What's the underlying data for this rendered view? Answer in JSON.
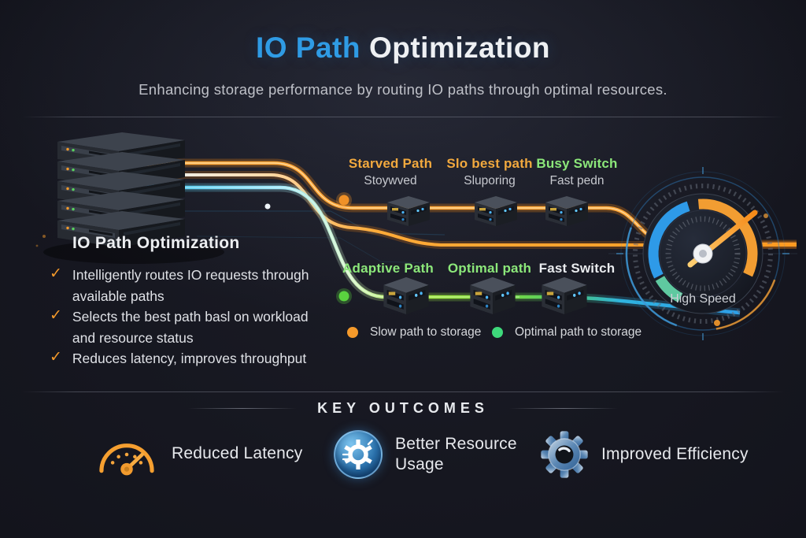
{
  "header": {
    "title_highlight": "IO Path",
    "title_rest": "Optimization",
    "subtitle": "Enhancing storage performance by routing IO paths through optimal resources."
  },
  "diagram": {
    "info_panel": {
      "heading": "IO Path Optimization",
      "check_glyph": "✓",
      "bullets": [
        {
          "text": "Intelligently routes IO requests through available paths"
        },
        {
          "text": "Selects the best path basl on workload and resource status"
        },
        {
          "text": "Reduces latency, improves throughput"
        }
      ]
    },
    "top_row": {
      "labels": [
        {
          "title": "Starved Path",
          "subtitle": "Stoywved",
          "color": "#f2a93e"
        },
        {
          "title": "Slo best path",
          "subtitle": "Sluporing",
          "color": "#f2a93e"
        },
        {
          "title": "Busy Switch",
          "subtitle": "Fast pedn",
          "color": "#8ce87a"
        }
      ]
    },
    "bottom_row": {
      "labels": [
        {
          "title": "Adaptive Path",
          "color": "#8ce87a"
        },
        {
          "title": "Optimal path",
          "color": "#8ce87a"
        },
        {
          "title": "Fast Switch",
          "color": "#e9ebee"
        }
      ]
    },
    "legend": [
      {
        "label": "Slow path to storage",
        "color": "#f59a2b"
      },
      {
        "label": "Optimal path to storage",
        "color": "#3ed97b"
      }
    ],
    "gauge": {
      "label": "High Speed"
    },
    "colors": {
      "accent_blue": "#2f9be4",
      "path_orange": "#ffa534",
      "path_cyan": "#3cc4ee",
      "path_green": "#8ae23c",
      "gauge_orange_arc": "#f29d32",
      "gauge_blue_arc": "#2e9ae8"
    }
  },
  "outcomes": {
    "heading": "KEY OUTCOMES",
    "items": [
      {
        "label": "Reduced Latency",
        "icon": "speedometer-icon"
      },
      {
        "label": "Better Resource Usage",
        "icon": "resource-gear-icon"
      },
      {
        "label": "Improved Efficiency",
        "icon": "gear-icon"
      }
    ]
  }
}
